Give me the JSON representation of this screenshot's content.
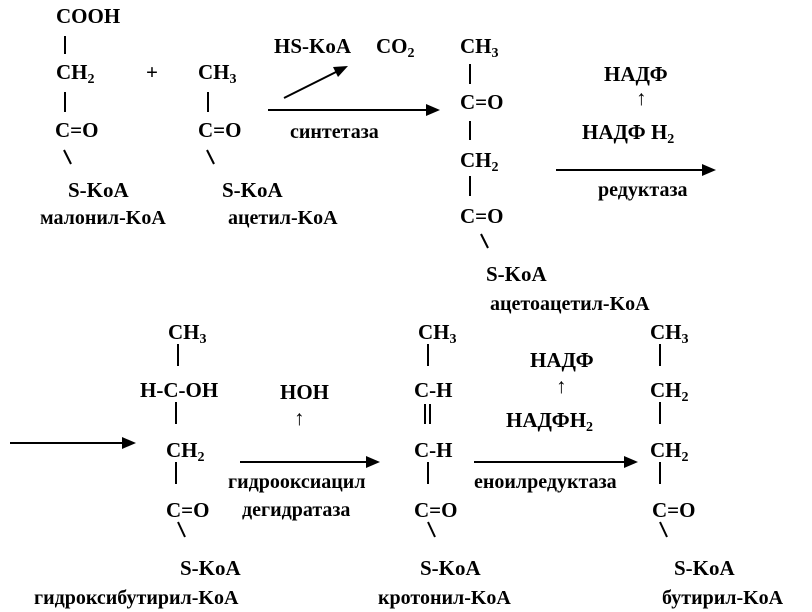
{
  "malonyl_coa": {
    "cooh": "COOH",
    "ch2": "CH",
    "ch2_sub": "2",
    "co": "C=O",
    "skoa": "S-KoA",
    "name": "малонил-KoA"
  },
  "plus": "+",
  "acetyl_coa": {
    "ch3": "CH",
    "ch3_sub": "3",
    "co": "C=O",
    "skoa": "S-KoA",
    "name": "ацетил-KoA"
  },
  "step1": {
    "hs_koa": "HS-KoA",
    "co2": "CO",
    "co2_sub": "2",
    "enzyme": "синтетаза"
  },
  "acetoacetyl_coa": {
    "ch3": "CH",
    "ch3_sub": "3",
    "co1": "C=O",
    "ch2": "CH",
    "ch2_sub": "2",
    "co2": "C=O",
    "skoa": "S-KoA",
    "name": "ацетоацетил-KoA"
  },
  "step2": {
    "nadp": "НАДФ",
    "up_arrow": "↑",
    "nadph": "НАДФ H",
    "nadph_sub": "2",
    "enzyme": "редуктаза"
  },
  "hydroxybutyryl_coa": {
    "ch3": "CH",
    "ch3_sub": "3",
    "hcoh": "H-C-OH",
    "ch2": "CH",
    "ch2_sub": "2",
    "co": "C=O",
    "skoa": "S-KoA",
    "name": "гидроксибутирил-KoA"
  },
  "step3": {
    "hoh": "HOH",
    "up_arrow": "↑",
    "enzyme_line1": "гидрооксиацил",
    "enzyme_line2": "дегидратаза"
  },
  "crotonyl_coa": {
    "ch3": "CH",
    "ch3_sub": "3",
    "ch1": "C-H",
    "ch2": "C-H",
    "co": "C=O",
    "skoa": "S-KoA",
    "name": "кротонил-KoA"
  },
  "step4": {
    "nadp": "НАДФ",
    "up_arrow": "↑",
    "nadph": "НАДФH",
    "nadph_sub": "2",
    "enzyme": "еноилредуктаза"
  },
  "butyryl_coa": {
    "ch3": "CH",
    "ch3_sub": "3",
    "ch2a": "CH",
    "ch2a_sub": "2",
    "ch2b": "CH",
    "ch2b_sub": "2",
    "co": "C=O",
    "skoa": "S-KoA",
    "name": "бутирил-KoA"
  }
}
